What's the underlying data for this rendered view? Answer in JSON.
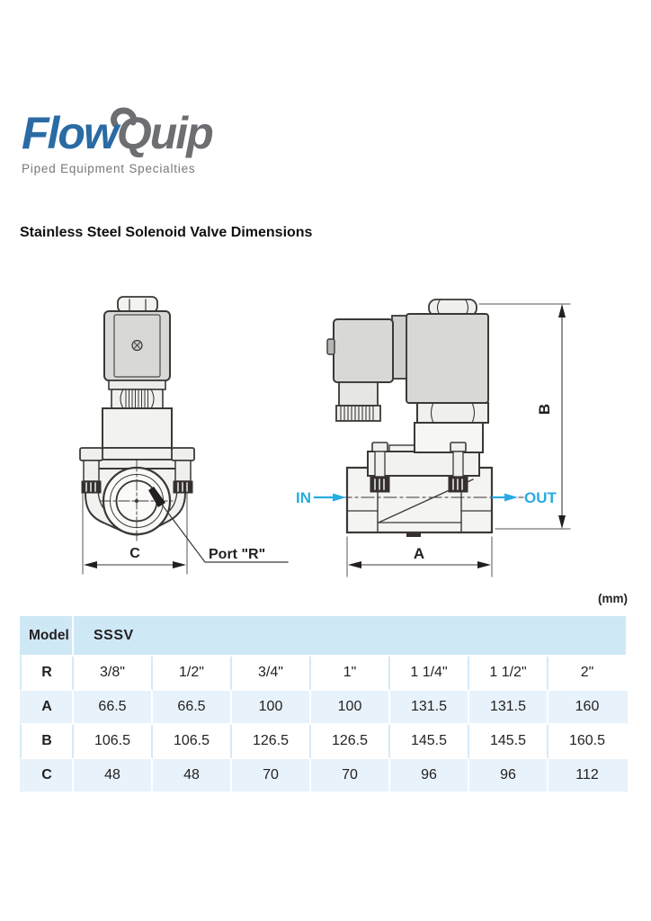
{
  "logo": {
    "part1": "Flow",
    "part2": "Quip",
    "tagline": "Piped Equipment Specialties"
  },
  "heading": "Stainless Steel Solenoid Valve Dimensions",
  "diagram": {
    "front_view": {
      "dim_c_label": "C",
      "port_label": "Port \"R\""
    },
    "side_view": {
      "dim_a_label": "A",
      "dim_b_label": "B",
      "in_label": "IN",
      "out_label": "OUT"
    }
  },
  "units_label": "(mm)",
  "table": {
    "model_label": "Model",
    "model_value": "SSSV",
    "rows": [
      {
        "label": "R",
        "values": [
          "3/8\"",
          "1/2\"",
          "3/4\"",
          "1\"",
          "1 1/4\"",
          "1 1/2\"",
          "2\""
        ]
      },
      {
        "label": "A",
        "values": [
          "66.5",
          "66.5",
          "100",
          "100",
          "131.5",
          "131.5",
          "160"
        ]
      },
      {
        "label": "B",
        "values": [
          "106.5",
          "106.5",
          "126.5",
          "126.5",
          "145.5",
          "145.5",
          "160.5"
        ]
      },
      {
        "label": "C",
        "values": [
          "48",
          "48",
          "70",
          "70",
          "96",
          "96",
          "112"
        ]
      }
    ]
  },
  "colors": {
    "logo_blue": "#2a6ba4",
    "logo_gray": "#6d6e71",
    "flow_arrow_cyan": "#29abe2",
    "table_header_blue": "#cfe8f6",
    "table_row_blue": "#e8f2fa"
  }
}
